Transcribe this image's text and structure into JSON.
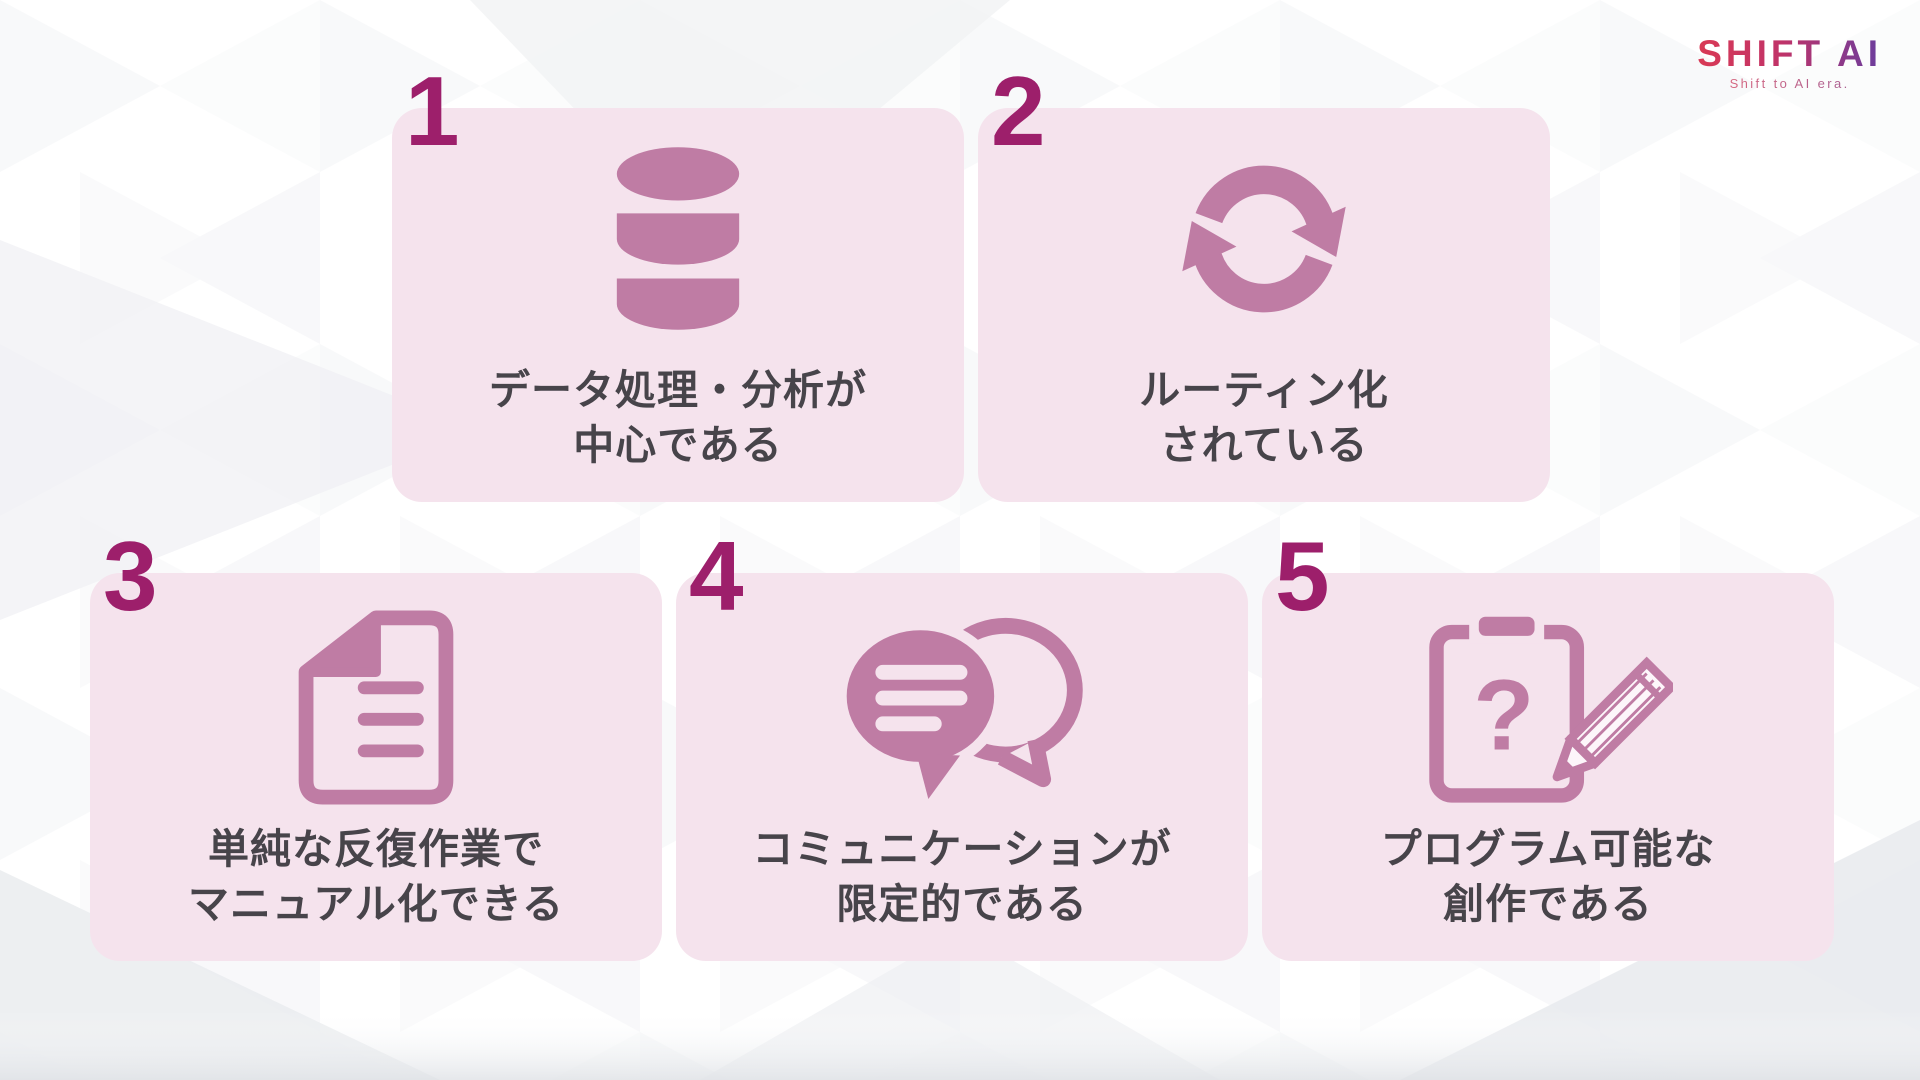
{
  "logo": {
    "brand": "SHIFT AI",
    "tagline": "Shift to AI era."
  },
  "colors": {
    "card_background": "#F5E3ED",
    "icon_mauve": "#BF7CA4",
    "number_magenta": "#9D1F6B",
    "title_text": "#47444A",
    "logo_gradient_start": "#D93A55",
    "logo_gradient_end": "#6A3D9E"
  },
  "cards": [
    {
      "number": "1",
      "icon": "database-icon",
      "title_line1": "データ処理・分析が",
      "title_line2": "中心である"
    },
    {
      "number": "2",
      "icon": "refresh-cycle-icon",
      "title_line1": "ルーティン化",
      "title_line2": "されている"
    },
    {
      "number": "3",
      "icon": "document-icon",
      "title_line1": "単純な反復作業で",
      "title_line2": "マニュアル化できる"
    },
    {
      "number": "4",
      "icon": "chat-bubbles-icon",
      "title_line1": "コミュニケーションが",
      "title_line2": "限定的である"
    },
    {
      "number": "5",
      "icon": "clipboard-question-pencil-icon",
      "icon_glyph": "?",
      "title_line1": "プログラム可能な",
      "title_line2": "創作である"
    }
  ]
}
